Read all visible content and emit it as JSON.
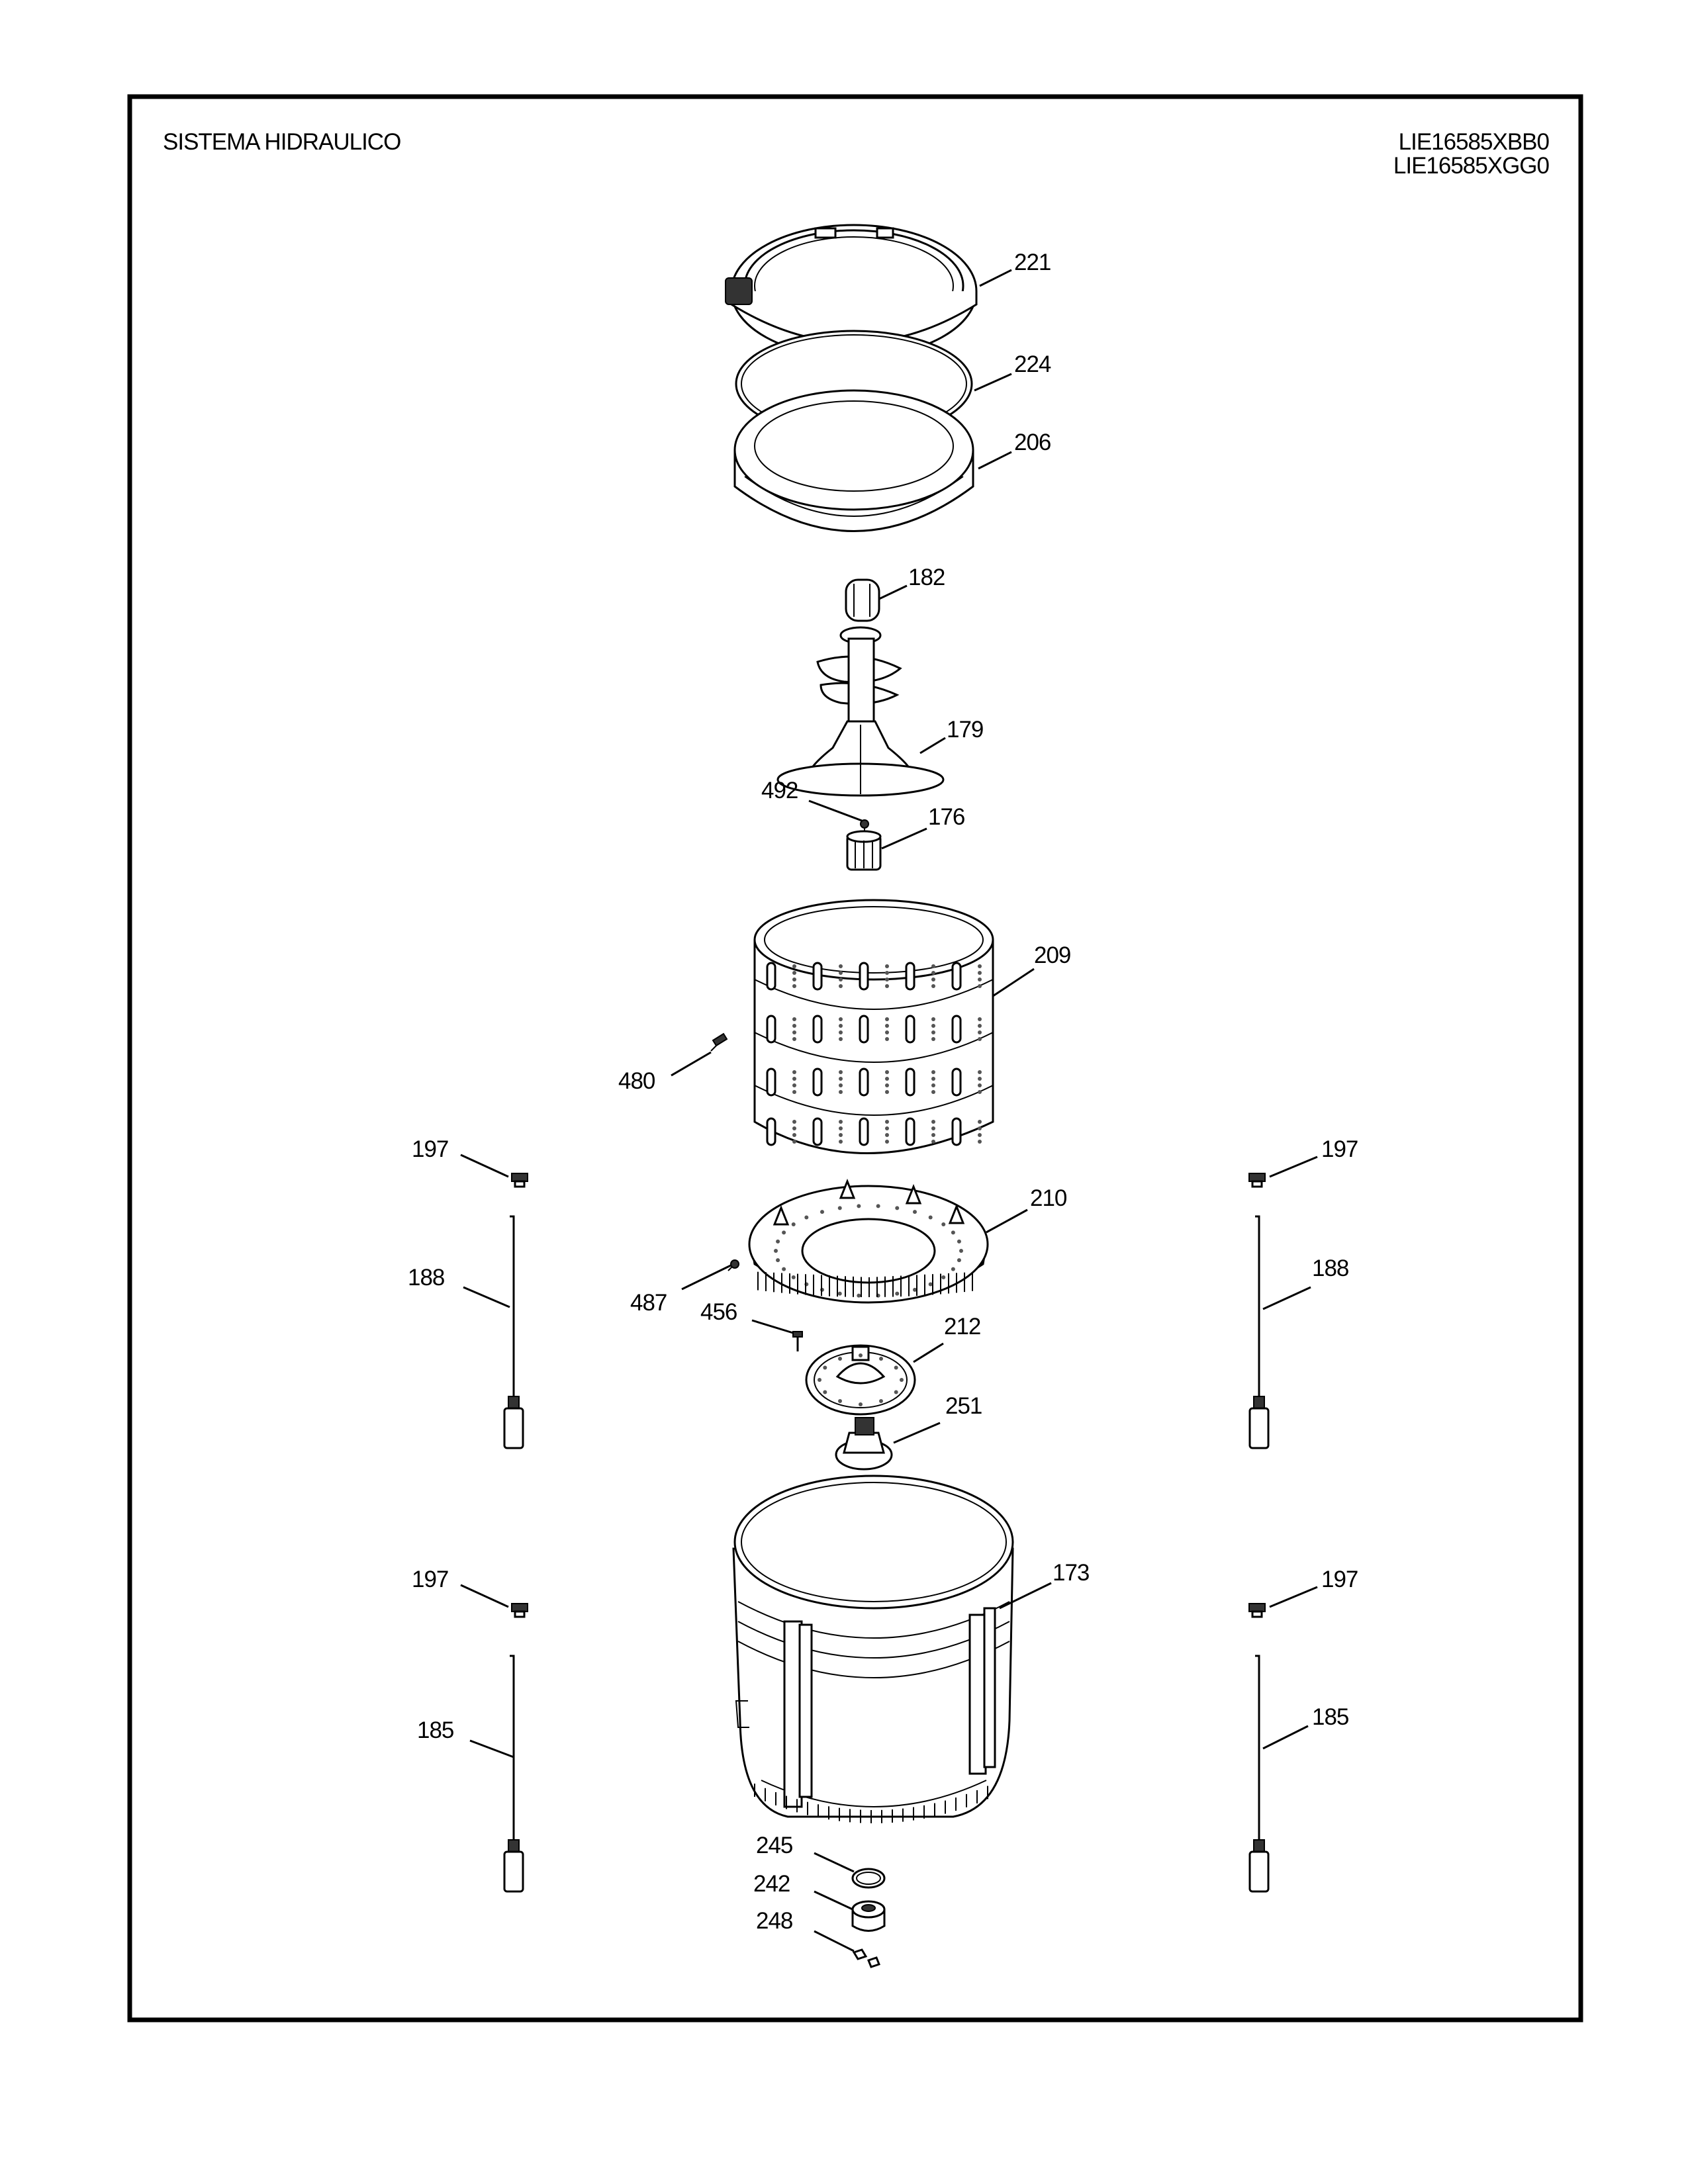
{
  "header": {
    "title": "SISTEMA HIDRAULICO",
    "model_1": "LIE16585XBB0",
    "model_2": "LIE16585XGG0"
  },
  "callouts": {
    "c221": "221",
    "c224": "224",
    "c206": "206",
    "c182": "182",
    "c179": "179",
    "c492": "492",
    "c176": "176",
    "c209": "209",
    "c480": "480",
    "c197_a": "197",
    "c197_b": "197",
    "c197_c": "197",
    "c197_d": "197",
    "c188_a": "188",
    "c188_b": "188",
    "c210": "210",
    "c487": "487",
    "c456": "456",
    "c212": "212",
    "c251": "251",
    "c173": "173",
    "c185_a": "185",
    "c185_b": "185",
    "c245": "245",
    "c242": "242",
    "c248": "248"
  }
}
